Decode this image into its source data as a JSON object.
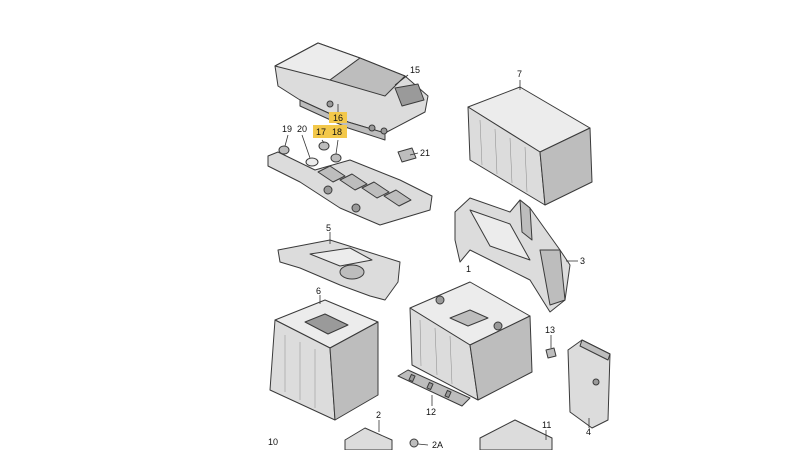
{
  "callouts": {
    "c1": "1",
    "c2": "2",
    "c2a": "2A",
    "c3": "3",
    "c4": "4",
    "c5": "5",
    "c6": "6",
    "c7": "7",
    "c10": "10",
    "c11": "11",
    "c12": "12",
    "c13": "13",
    "c15": "15",
    "c16": "16",
    "c17": "17",
    "c18": "18",
    "c19": "19",
    "c20": "20",
    "c21": "21"
  },
  "highlighted_callouts": [
    "16",
    "17",
    "18"
  ],
  "colors": {
    "highlight": "#f3c84a",
    "part_fill": "#dcdcdc",
    "outline": "#3a3a3a"
  }
}
